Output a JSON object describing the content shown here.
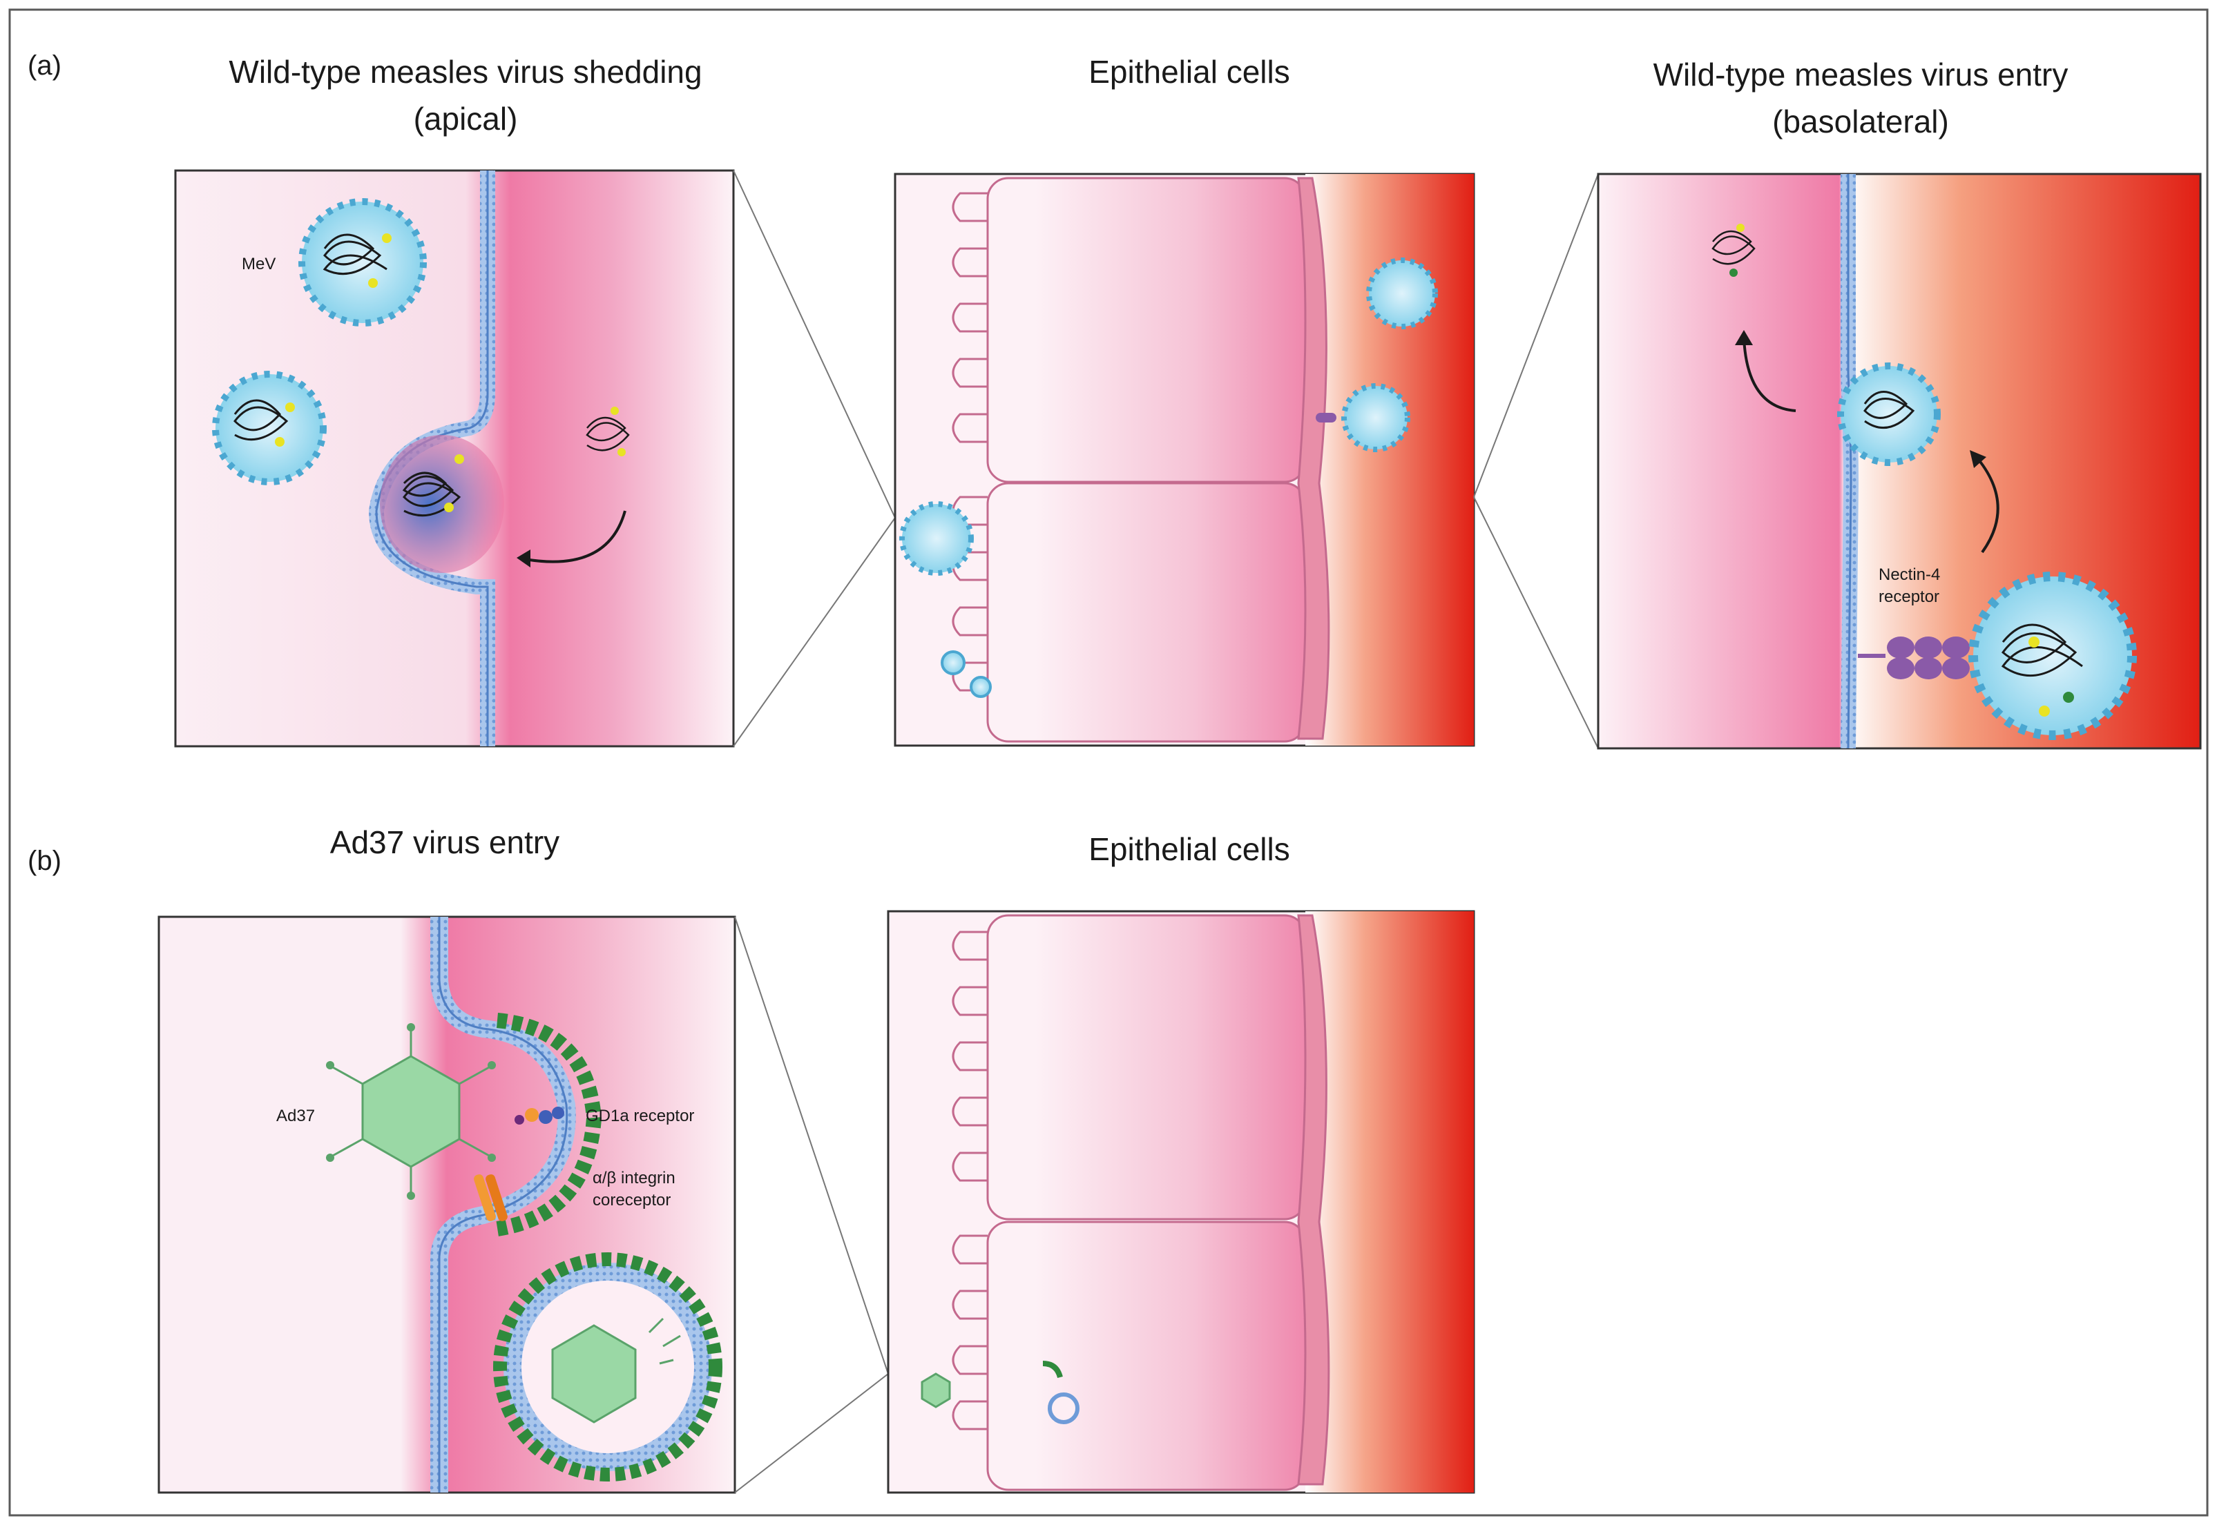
{
  "panel_a": {
    "tag": "(a)",
    "left_title_1": "Wild-type measles virus shedding",
    "left_title_2": "(apical)",
    "mid_title": "Epithelial cells",
    "right_title_1": "Wild-type measles virus entry",
    "right_title_2": "(basolateral)",
    "mev_label": "MeV",
    "nectin_label_1": "Nectin-4",
    "nectin_label_2": "receptor"
  },
  "panel_b": {
    "tag": "(b)",
    "left_title": "Ad37 virus entry",
    "mid_title": "Epithelial cells",
    "ad37_label": "Ad37",
    "gd1a_label": "GD1a receptor",
    "integrin_label_1": "α/β integrin",
    "integrin_label_2": "coreceptor"
  },
  "colors": {
    "cytoplasm_pink": "#f07aa6",
    "membrane_blue": "#8fb4e0",
    "virus_cyan": "#8ad3ec",
    "basolateral_red": "#e32b1f",
    "coat_green": "#2f8a3c",
    "nectin_purple": "#8a5aa8"
  }
}
